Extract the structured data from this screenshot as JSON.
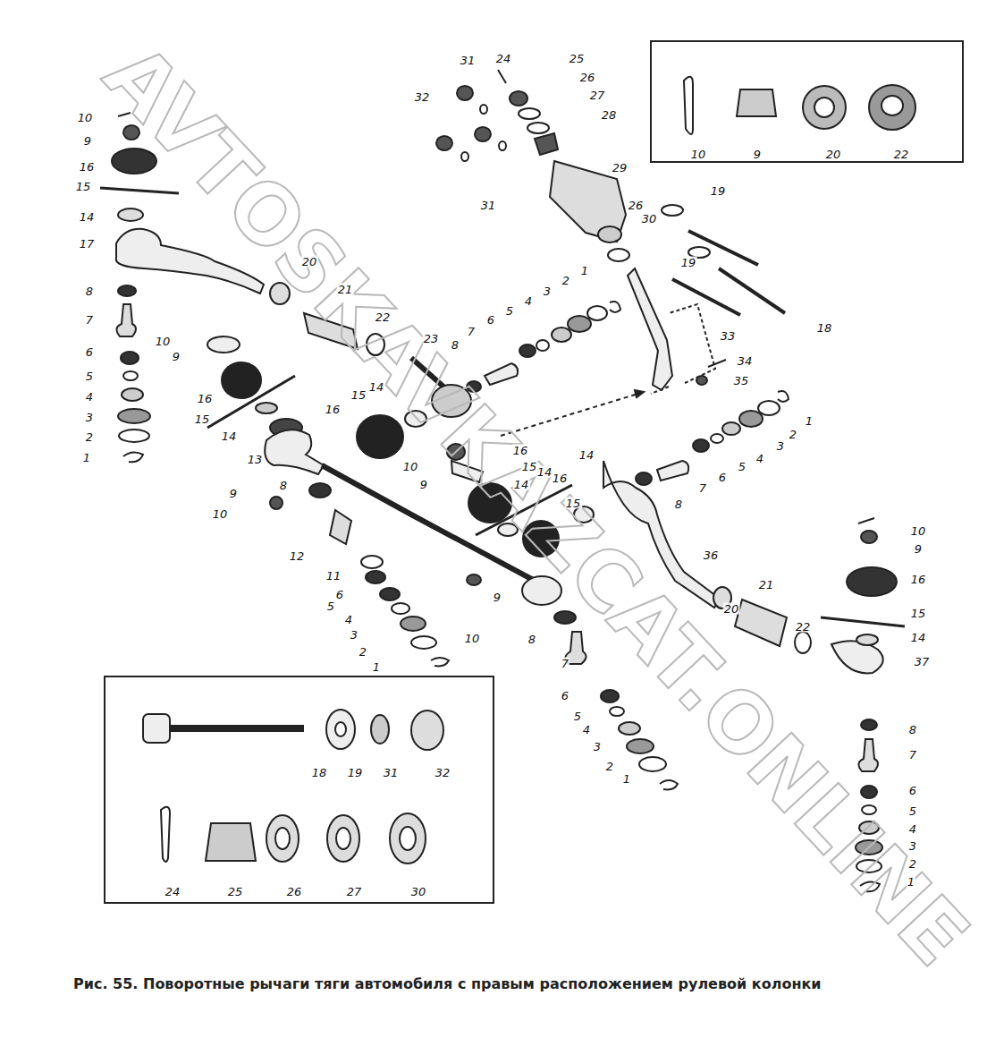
{
  "diagram": {
    "caption": "Рис. 55. Поворотные рычаги тяги автомобиля с правым расположением рулевой колонки",
    "nodes": [
      {
        "text": [
          "10",
          "9",
          "20",
          "22"
        ]
      },
      {
        "text": [
          "18",
          "19",
          "31",
          "32",
          "24",
          "25",
          "26",
          "27",
          "30"
        ]
      }
    ],
    "labels": [
      "AVTOSKAVKAZCAT.ONLINE",
      "10",
      "9",
      "16",
      "15",
      "14",
      "17",
      "8",
      "7",
      "6",
      "5",
      "4",
      "3",
      "2",
      "1",
      "31",
      "24",
      "25",
      "26",
      "27",
      "28",
      "32",
      "31",
      "29",
      "26",
      "30",
      "19",
      "19",
      "18",
      "33",
      "34",
      "35",
      "20",
      "21",
      "22",
      "23",
      "8",
      "7",
      "6",
      "5",
      "4",
      "3",
      "2",
      "1",
      "10",
      "9",
      "16",
      "15",
      "14",
      "13",
      "9",
      "10",
      "8",
      "12",
      "11",
      "6",
      "5",
      "4",
      "3",
      "2",
      "1",
      "16",
      "15",
      "14",
      "10",
      "9",
      "16",
      "15",
      "14",
      "16",
      "15",
      "14",
      "14",
      "9",
      "10",
      "8",
      "7",
      "6",
      "5",
      "4",
      "3",
      "2",
      "1",
      "1",
      "2",
      "3",
      "4",
      "5",
      "6",
      "7",
      "8",
      "36",
      "20",
      "21",
      "22",
      "10",
      "9",
      "16",
      "15",
      "14",
      "37",
      "8",
      "7",
      "6",
      "5",
      "4",
      "3",
      "2",
      "1"
    ]
  }
}
